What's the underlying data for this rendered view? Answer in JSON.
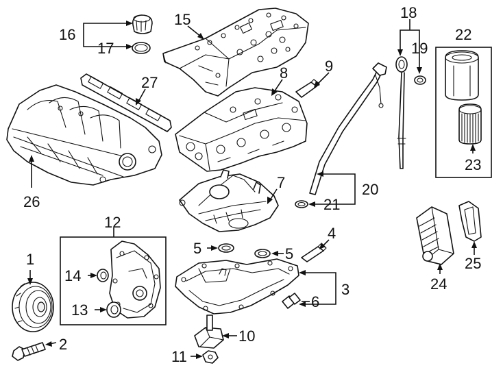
{
  "callouts": {
    "c1": "1",
    "c2": "2",
    "c3": "3",
    "c4": "4",
    "c5a": "5",
    "c5b": "5",
    "c6": "6",
    "c7": "7",
    "c8": "8",
    "c9": "9",
    "c10": "10",
    "c11": "11",
    "c12": "12",
    "c13": "13",
    "c14": "14",
    "c15": "15",
    "c16": "16",
    "c17": "17",
    "c18": "18",
    "c19": "19",
    "c20": "20",
    "c21": "21",
    "c22": "22",
    "c23": "23",
    "c24": "24",
    "c25": "25",
    "c26": "26",
    "c27": "27"
  },
  "colors": {
    "line": "#111111",
    "background": "#ffffff"
  }
}
